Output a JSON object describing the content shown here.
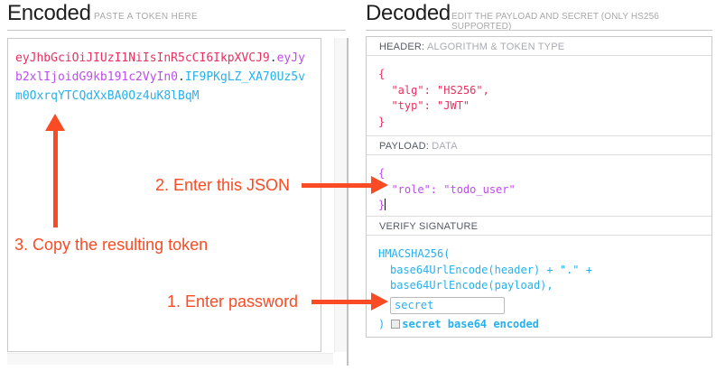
{
  "encoded_panel": {
    "title": "Encoded",
    "subtitle": "PASTE A TOKEN HERE",
    "token": {
      "header": "eyJhbGciOiJIUzI1NiIsInR5cCI6IkpXVCJ9",
      "dot1": ".",
      "payload": "eyJyb2xlIjoidG9kb191c2VyIn0",
      "dot2": ".",
      "signature": "IF9PKgLZ_XA70Uz5vm0OxrqYTCQdXxBA0Oz4uK8lBqM"
    }
  },
  "decoded_panel": {
    "title": "Decoded",
    "subtitle": "EDIT THE PAYLOAD AND SECRET (ONLY HS256 SUPPORTED)",
    "header_section": {
      "label_strong": "HEADER:",
      "label_muted": "ALGORITHM & TOKEN TYPE",
      "json": "{\n  \"alg\": \"HS256\",\n  \"typ\": \"JWT\"\n}"
    },
    "payload_section": {
      "label_strong": "PAYLOAD:",
      "label_muted": "DATA",
      "json": "{\n  \"role\": \"todo_user\"\n}"
    },
    "signature_section": {
      "label": "VERIFY SIGNATURE",
      "code_line1": "HMACSHA256(",
      "code_line2": "base64UrlEncode(header) + \".\" +",
      "code_line3": "base64UrlEncode(payload),",
      "secret_value": "secret",
      "code_close": ")",
      "checkbox_label": "secret base64 encoded",
      "checkbox_checked": false
    }
  },
  "annotations": {
    "step1": "1. Enter password",
    "step2": "2. Enter this JSON",
    "step3": "3. Copy the resulting token"
  },
  "colors": {
    "red": "#e8315f",
    "purple": "#bf4cee",
    "cyan": "#27b0ee",
    "annotation": "#fb4b24",
    "dot": "#3a3a3a",
    "border": "#c9c9c9",
    "divider": "#dddddd",
    "label-strong": "#555a64",
    "label-muted": "#a9abb3",
    "title": "#1f1f1f",
    "subtitle": "#a8a8a8",
    "track": "#f7f7f7"
  }
}
